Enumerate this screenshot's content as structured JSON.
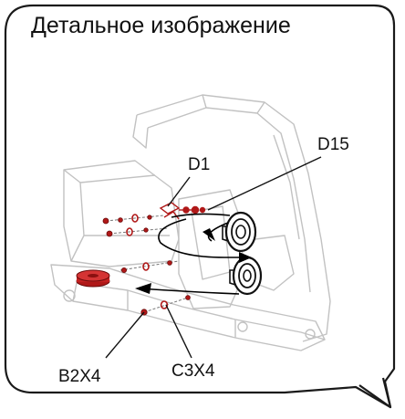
{
  "callout": {
    "title": "Детальное изображение"
  },
  "labels": {
    "d15": "D15",
    "d1": "D1",
    "b2x4": "B2X4",
    "c3x4": "C3X4"
  },
  "colors": {
    "outline": "#1a1a1a",
    "hardware": "#b01818",
    "machine": "#bdbdbd",
    "arrow": "#000000"
  },
  "icons": {
    "upper-roller": "roller-icon",
    "lower-roller": "roller-icon",
    "hand-wheel": "hand-wheel-icon"
  }
}
